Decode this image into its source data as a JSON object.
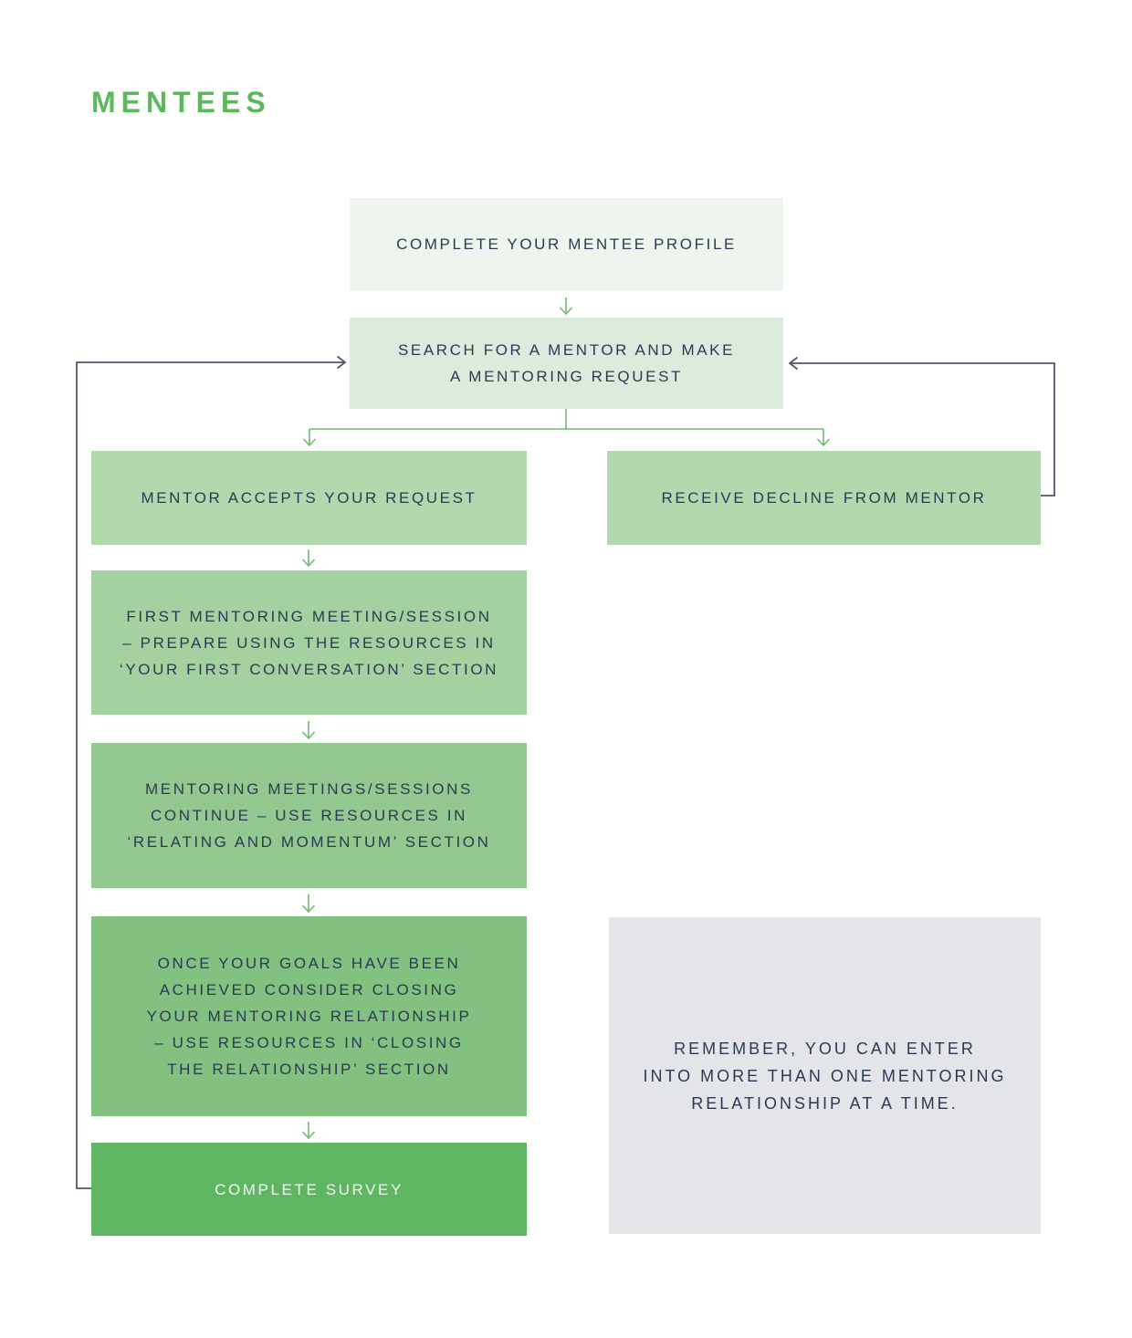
{
  "page": {
    "title": "MENTEES"
  },
  "colors": {
    "title_green": "#5cb85c",
    "text_navy": "#2b3a52",
    "arrow_green": "#6fbb6f",
    "loop_line": "#54546b",
    "survey_text": "#f2f7f2",
    "box_profile_bg": "#edf5ee",
    "box_search_bg": "#dbecdc",
    "box_accept_bg": "#b2d8ae",
    "box_decline_bg": "#b2d8ae",
    "box_first_bg": "#a3d1a0",
    "box_continue_bg": "#93c990",
    "box_close_bg": "#82c180",
    "box_survey_bg": "#5fb662",
    "box_remember_bg": "#e3e5e9"
  },
  "flow": {
    "profile": {
      "label": "COMPLETE YOUR MENTEE PROFILE"
    },
    "search": {
      "label": "SEARCH FOR A MENTOR AND MAKE\nA MENTORING REQUEST"
    },
    "accept": {
      "label": "MENTOR ACCEPTS YOUR REQUEST"
    },
    "decline": {
      "label": "RECEIVE DECLINE FROM MENTOR"
    },
    "first_meeting": {
      "label": "FIRST MENTORING MEETING/SESSION\n– PREPARE USING THE RESOURCES IN\n‘YOUR FIRST CONVERSATION’ SECTION"
    },
    "continue_meetings": {
      "label": "MENTORING MEETINGS/SESSIONS\nCONTINUE – USE RESOURCES IN\n‘RELATING AND MOMENTUM’ SECTION"
    },
    "close_relationship": {
      "label": "ONCE YOUR GOALS HAVE BEEN\nACHIEVED CONSIDER CLOSING\nYOUR MENTORING RELATIONSHIP\n– USE RESOURCES IN ‘CLOSING\nTHE RELATIONSHIP’ SECTION"
    },
    "survey": {
      "label": "COMPLETE SURVEY"
    },
    "note": {
      "label": "REMEMBER, YOU CAN ENTER\nINTO MORE THAN ONE MENTORING\nRELATIONSHIP AT A TIME."
    }
  }
}
